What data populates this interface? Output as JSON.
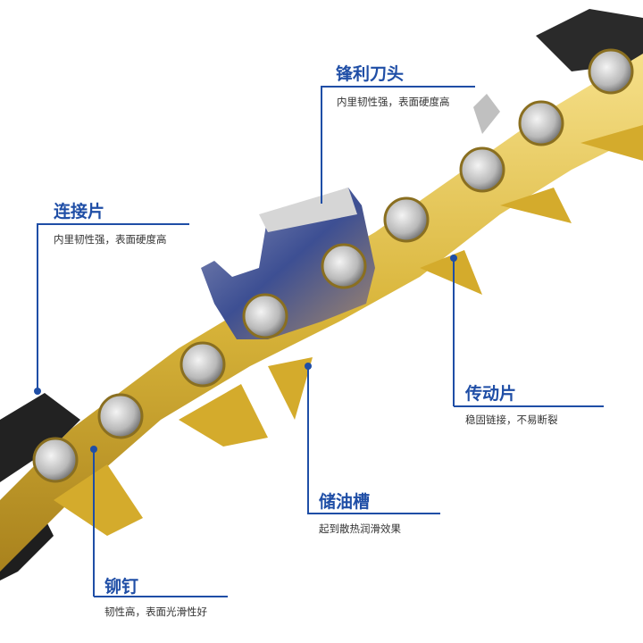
{
  "colors": {
    "accent": "#1f4ea6",
    "gold": "#d9b53a",
    "rivet": "#c8c8c8",
    "cutter_blue": "#4a5d9a"
  },
  "annotations": [
    {
      "title": "锋利刀头",
      "desc": "内里韧性强，表面硬度高"
    },
    {
      "title": "连接片",
      "desc": "内里韧性强，表面硬度高"
    },
    {
      "title": "传动片",
      "desc": "稳固链接，不易断裂"
    },
    {
      "title": "储油槽",
      "desc": "起到散热润滑效果"
    },
    {
      "title": "铆钉",
      "desc": "韧性高，表面光滑性好"
    }
  ]
}
